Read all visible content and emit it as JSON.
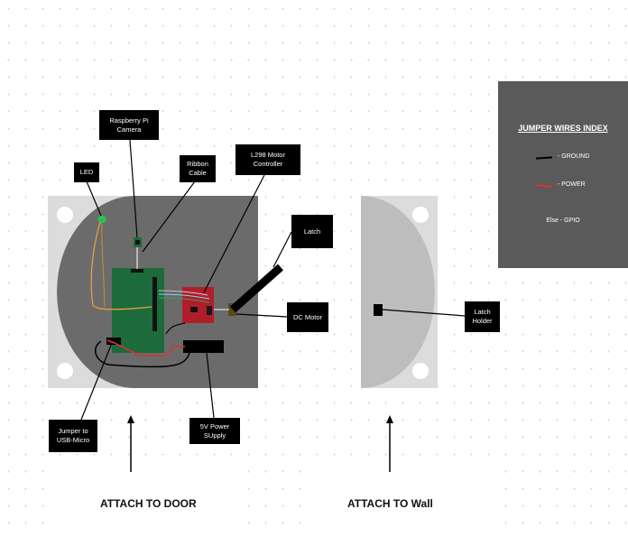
{
  "labels": {
    "led": "LED",
    "raspberry_pi_camera": "Raspberry Pi\nCamera",
    "ribbon_cable": "Ribbon\nCable",
    "l298_motor_controller": "L298 Motor\nController",
    "latch": "Latch",
    "dc_motor": "DC Motor",
    "latch_holder": "Latch\nHolder",
    "jumper_to_usb_micro": "Jumper to\nUSB-Micro",
    "power_supply": "5V Power\nSUpply"
  },
  "captions": {
    "door": "ATTACH TO DOOR",
    "wall": "ATTACH TO Wall"
  },
  "legend": {
    "title": "JUMPER WIRES INDEX",
    "items": [
      {
        "label": "-  GROUND",
        "color": "#000000"
      },
      {
        "label": "-  POWER",
        "color": "#e03030"
      }
    ],
    "else_text": "Else   -  GPIO"
  },
  "colors": {
    "housing": "#6b6b6b",
    "mount_plate": "#dcdcdc",
    "wall_half_disc": "#bdbdbd",
    "pi_board": "#1d6b3a",
    "motor_controller": "#b01e2a",
    "led": "#2fbf4f",
    "ground_wire": "#000000",
    "power_wire": "#e03030",
    "gpio_wire_orange": "#f0a040",
    "legend_bg": "#5a5a5a"
  }
}
